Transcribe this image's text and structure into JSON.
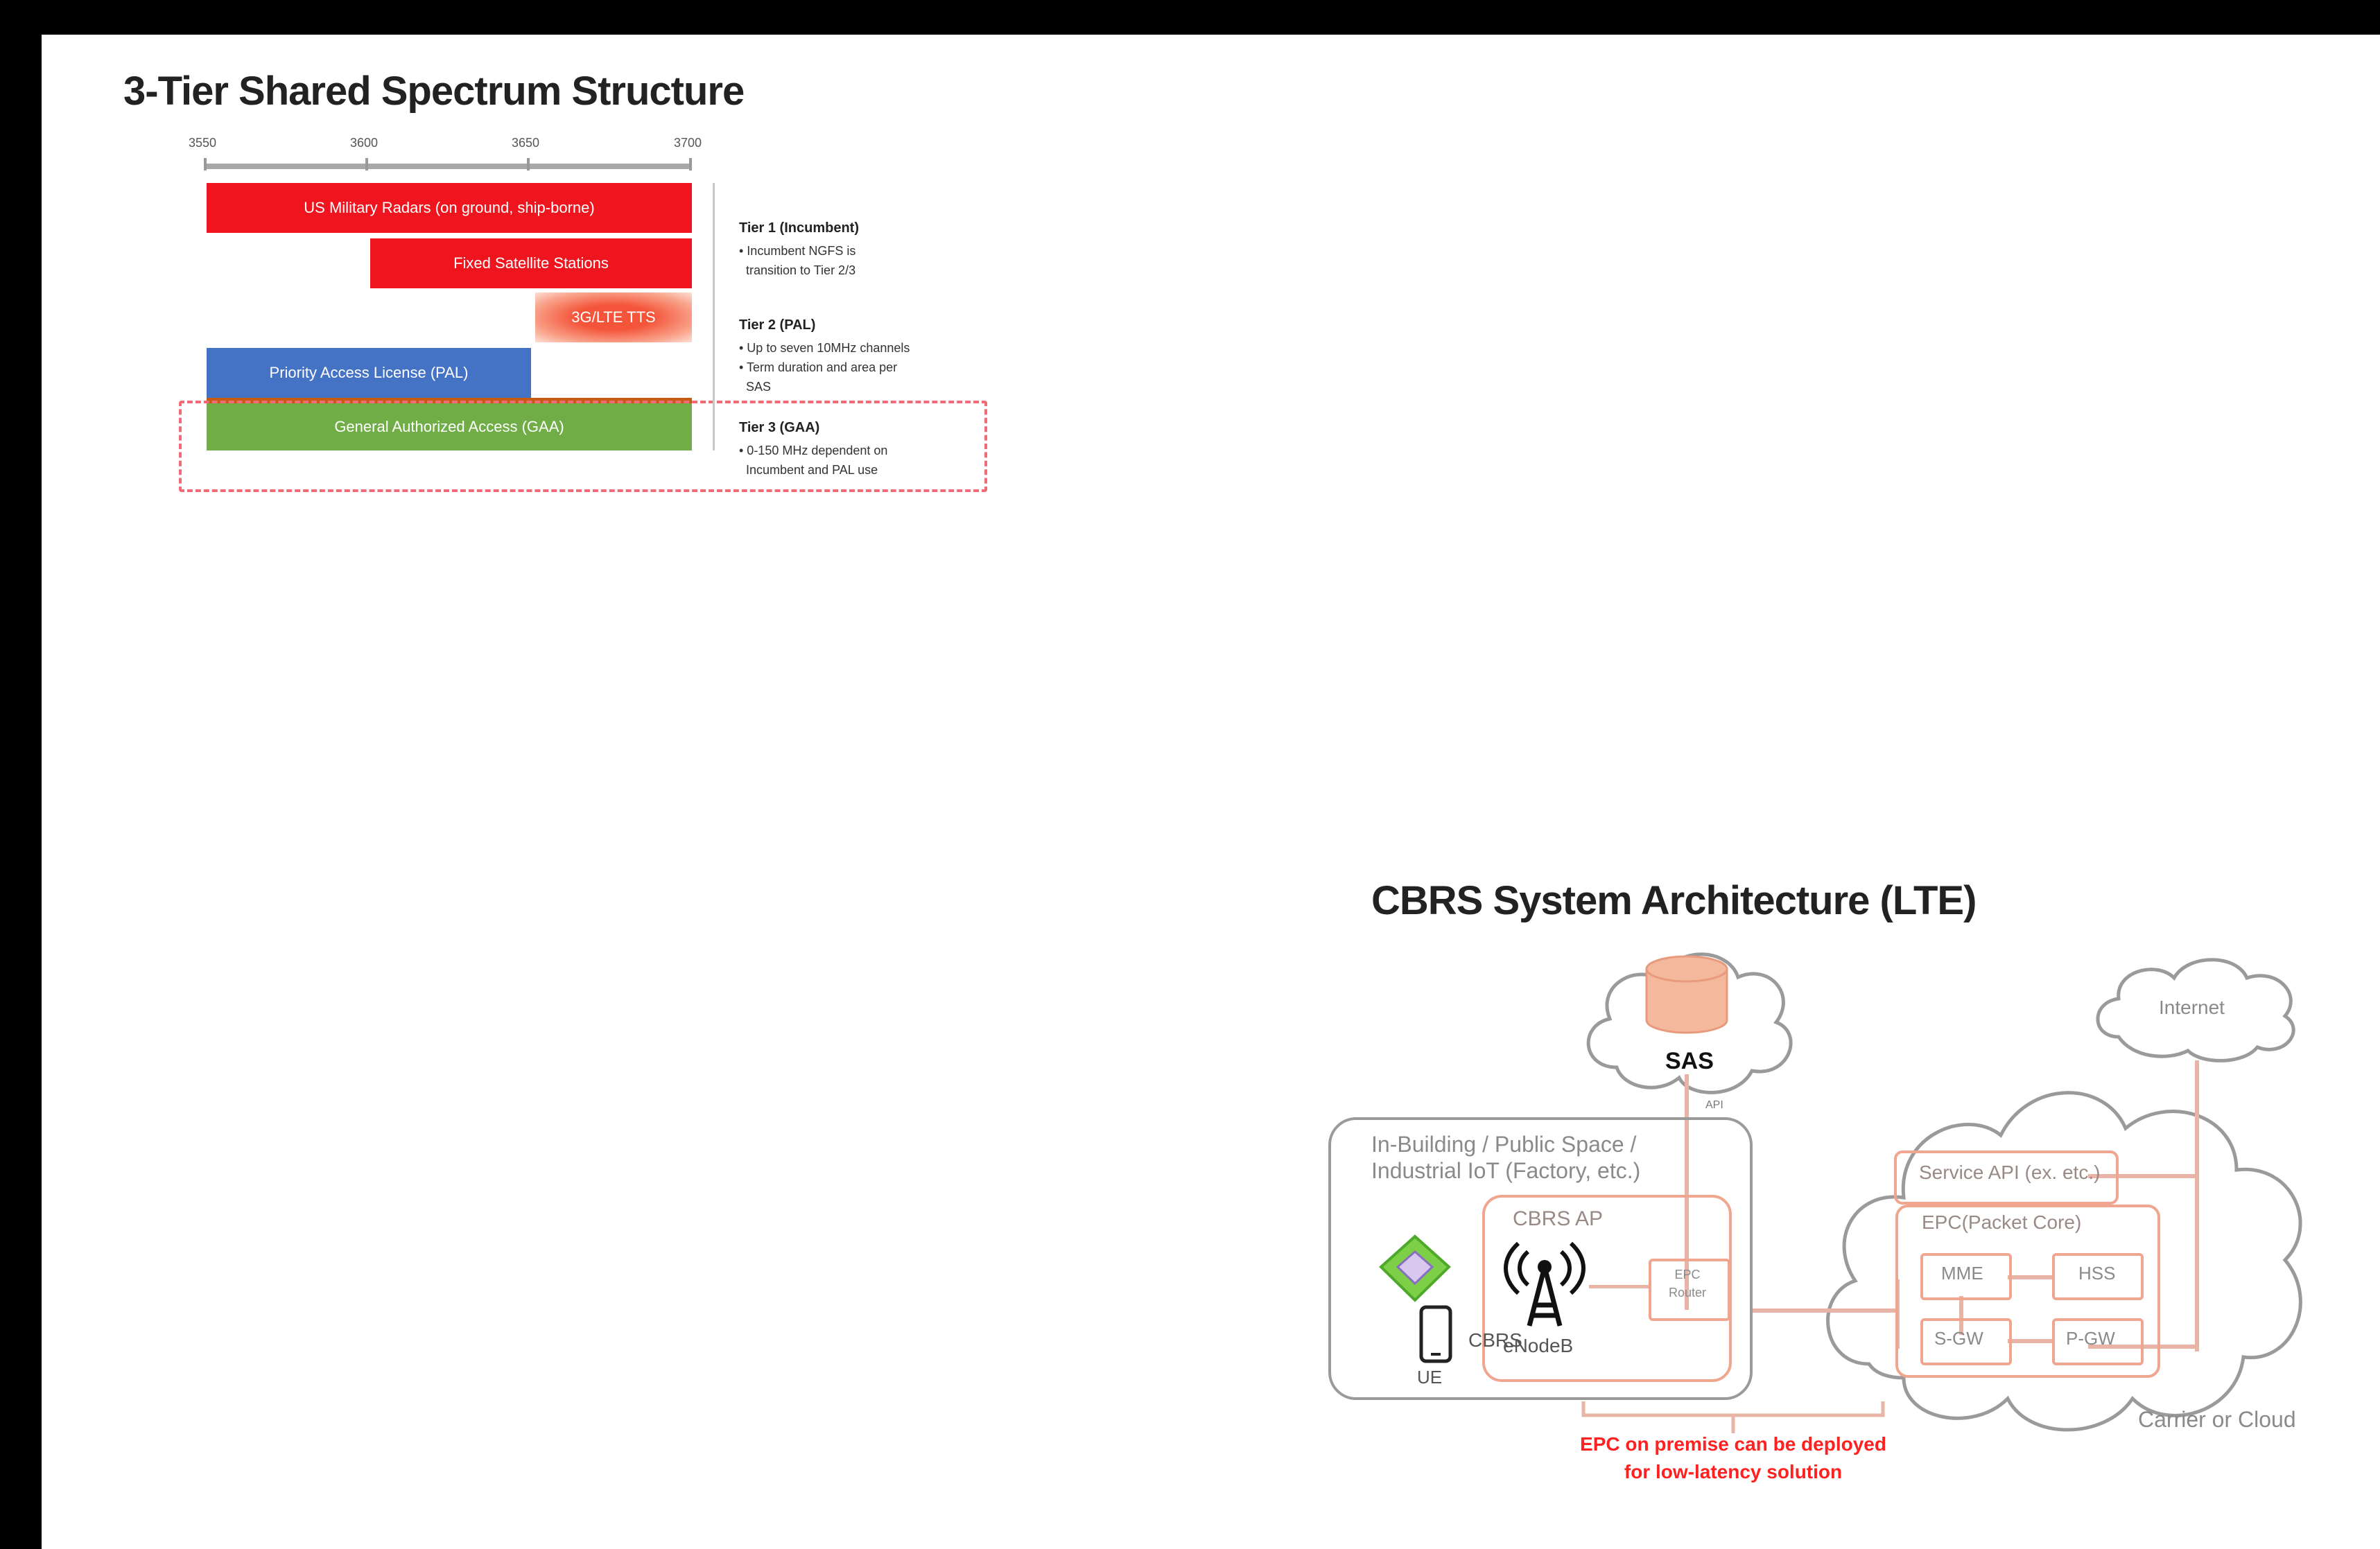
{
  "spectrum": {
    "title": "3-Tier Shared Spectrum Structure",
    "ticks": [
      "3550",
      "3600",
      "3650",
      "3700"
    ],
    "bars": [
      {
        "label": "US Military Radars (on ground, ship-borne)",
        "color": "#f0141e"
      },
      {
        "label": "Fixed Satellite Stations",
        "color": "#f0141e"
      },
      {
        "label": "3G/LTE TTS",
        "color": "#f4553a"
      },
      {
        "label": "Priority Access License (PAL)",
        "color": "#4472c4"
      },
      {
        "label": "General Authorized Access (GAA)",
        "color": "#70ad47"
      }
    ],
    "notes": [
      {
        "heading": "Tier 1 (Incumbent)",
        "body": "• Incumbent NGFS is\n  transition to Tier 2/3"
      },
      {
        "heading": "Tier 2 (PAL)",
        "body": "• Up to seven 10MHz channels\n• Term duration and area per\n  SAS"
      },
      {
        "heading": "Tier 3 (GAA)",
        "body": "• 0-150 MHz dependent on\n  Incumbent and PAL use"
      }
    ]
  },
  "architecture": {
    "title": "CBRS System Architecture (LTE)",
    "sas_label": "SAS",
    "internet_label": "Internet",
    "link_label": "API",
    "site_label": "In-Building / Public Space /\nIndustrial IoT (Factory, etc.)",
    "ap_label": "CBRS AP",
    "enodeb_label": "eNodeB",
    "ue_label": "UE",
    "cbrs_label": "CBRS",
    "epc_router_label": "EPC\nRouter",
    "service_api_label": "Service API (ex. etc.)",
    "epc_core_label": "EPC(Packet Core)",
    "mme_label": "MME",
    "hss_label": "HSS",
    "sgw_label": "S-GW",
    "pgw_label": "P-GW",
    "carrier_label": "Carrier or Cloud",
    "note": "EPC on premise can be deployed\nfor low-latency solution",
    "colors": {
      "accent": "#f0a68e",
      "sas_fill": "#f4b89c",
      "note_red": "#ff2020",
      "outline": "#9a9a9a"
    }
  }
}
